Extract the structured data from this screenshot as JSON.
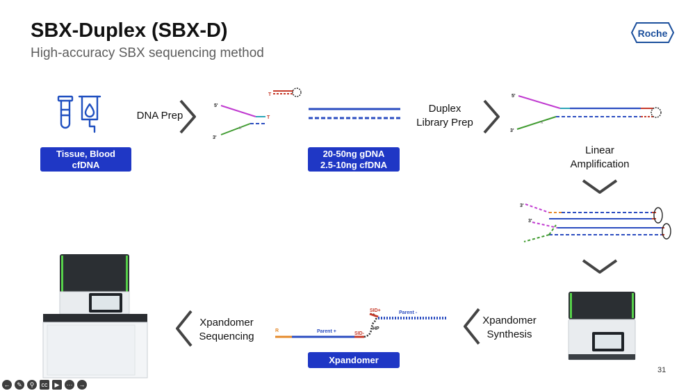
{
  "header": {
    "title": "SBX-Duplex (SBX-D)",
    "subtitle": "High-accuracy SBX sequencing method",
    "logo_text": "Roche"
  },
  "steps": {
    "dna_prep": "DNA Prep",
    "duplex_line1": "Duplex",
    "duplex_line2": "Library Prep",
    "linear_line1": "Linear",
    "linear_line2": "Amplification",
    "synthesis_line1": "Xpandomer",
    "synthesis_line2": "Synthesis",
    "sequencing_line1": "Xpandomer",
    "sequencing_line2": "Sequencing"
  },
  "badges": {
    "sample_line1": "Tissue, Blood",
    "sample_line2": "cfDNA",
    "input_line1": "20-50ng gDNA",
    "input_line2": "2.5-10ng cfDNA",
    "xpandomer": "Xpandomer"
  },
  "diagram_labels": {
    "five_prime": "5'",
    "three_prime": "3'",
    "t_base": "T",
    "parent_plus": "Parent +",
    "parent_minus": "Parent -",
    "sid_plus": "SID+",
    "sid_minus": "SID-",
    "hp": "HP",
    "r": "R"
  },
  "page_number": "31",
  "toolbar_icons": [
    "back-icon",
    "pen-icon",
    "zoom-icon",
    "captions-icon",
    "video-icon",
    "more-icon",
    "forward-icon"
  ],
  "colors": {
    "badge_blue": "#1f37c5",
    "strand_blue": "#2a4cc0",
    "magenta": "#c03ad0",
    "green": "#3f9b2f",
    "red": "#c63a2a",
    "orange": "#e58a2a",
    "teal": "#2aa5b7"
  }
}
